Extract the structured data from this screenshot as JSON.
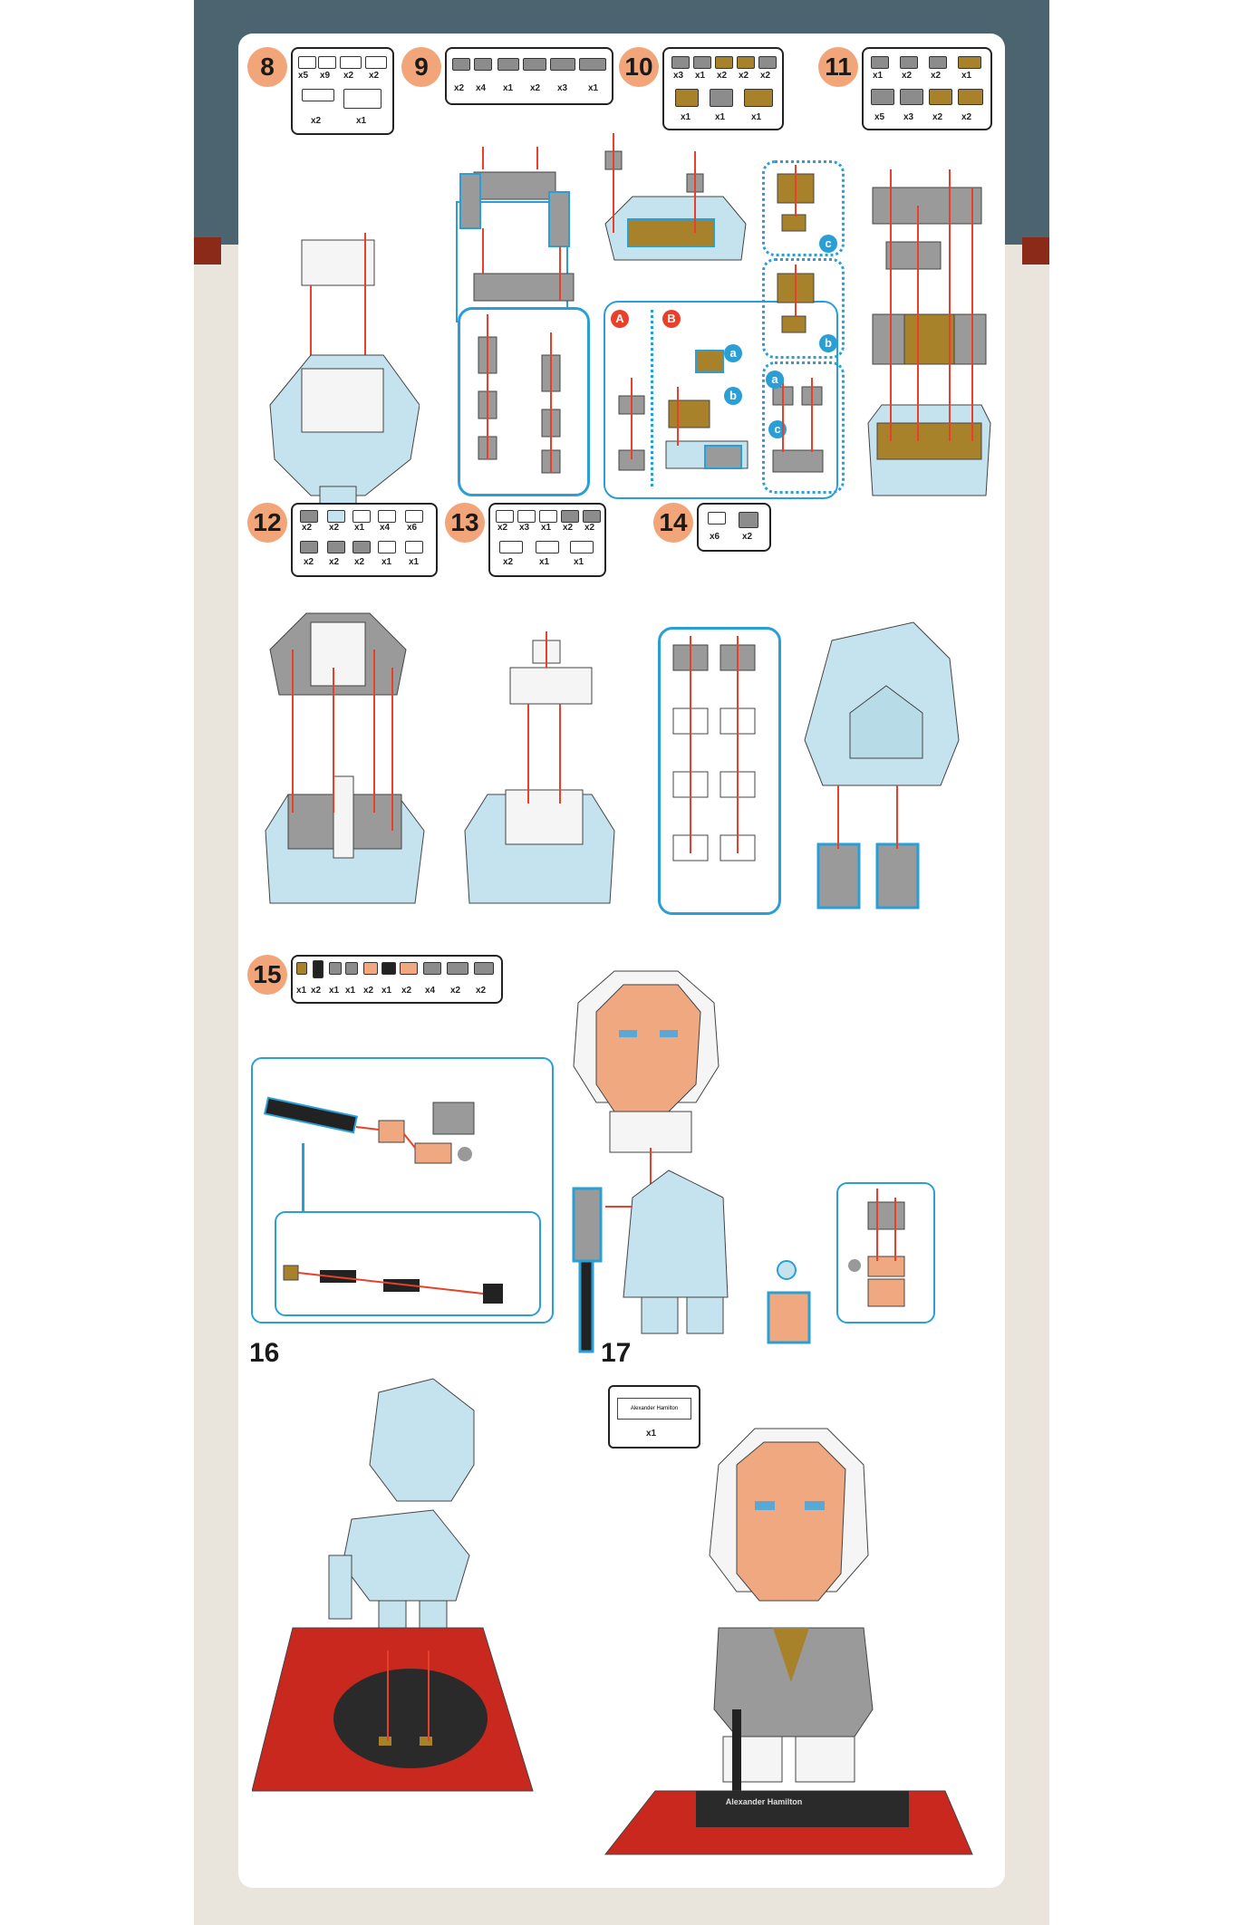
{
  "colors": {
    "accent_step": "#f2a579",
    "frame_blue": "#2a9fd6",
    "arrow_red": "#e8402a",
    "brick_light_blue": "#c4e3ee",
    "brick_gray": "#8c8c8c",
    "brick_gold": "#a8822a",
    "brick_skin": "#f0a880",
    "base_red": "#c8281e",
    "base_black": "#2a2a2a",
    "top_band": "#4b6470"
  },
  "steps": [
    {
      "number": "8",
      "quantities": [
        "x5",
        "x9",
        "x2",
        "x2",
        "x2",
        "x1"
      ]
    },
    {
      "number": "9",
      "quantities": [
        "x2",
        "x4",
        "x1",
        "x2",
        "x3",
        "x1"
      ]
    },
    {
      "number": "10",
      "quantities": [
        "x3",
        "x1",
        "x2",
        "x2",
        "x2",
        "x1",
        "x1",
        "x1"
      ]
    },
    {
      "number": "11",
      "quantities": [
        "x1",
        "x2",
        "x2",
        "x1",
        "x5",
        "x3",
        "x2",
        "x2"
      ]
    },
    {
      "number": "12",
      "quantities": [
        "x2",
        "x2",
        "x1",
        "x4",
        "x6",
        "x2",
        "x2",
        "x2",
        "x1",
        "x1"
      ]
    },
    {
      "number": "13",
      "quantities": [
        "x2",
        "x3",
        "x1",
        "x2",
        "x2",
        "x2",
        "x1",
        "x1"
      ]
    },
    {
      "number": "14",
      "quantities": [
        "x6",
        "x2"
      ]
    },
    {
      "number": "15",
      "quantities": [
        "x1",
        "x2",
        "x1",
        "x1",
        "x2",
        "x1",
        "x2",
        "x4",
        "x2",
        "x2"
      ]
    },
    {
      "number": "16",
      "quantities": []
    },
    {
      "number": "17",
      "quantities": [
        "x1"
      ]
    }
  ],
  "sub_labels": {
    "A": "A",
    "B": "B",
    "a": "a",
    "b": "b",
    "c": "c"
  },
  "nameplate_text": "Alexander Hamilton",
  "base_plate_text": "Alexander Hamilton"
}
